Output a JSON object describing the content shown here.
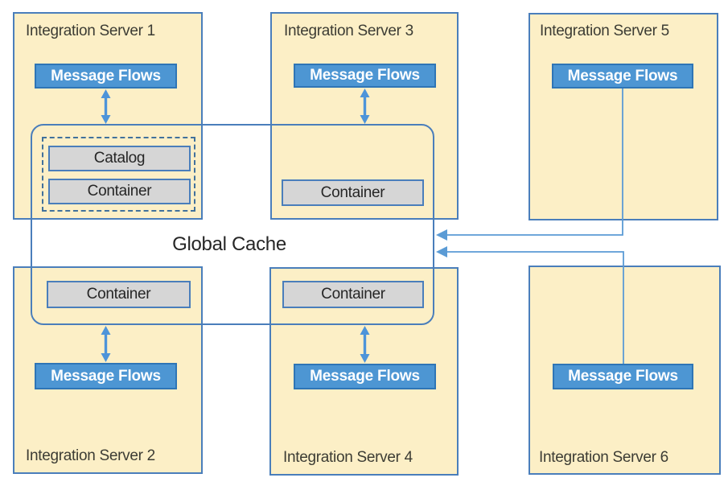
{
  "global_cache": {
    "label": "Global Cache"
  },
  "servers": [
    {
      "name": "Integration Server 1",
      "flows_label": "Message Flows",
      "catalog_label": "Catalog",
      "container_label": "Container"
    },
    {
      "name": "Integration Server 2",
      "flows_label": "Message Flows",
      "container_label": "Container"
    },
    {
      "name": "Integration Server 3",
      "flows_label": "Message Flows",
      "container_label": "Container"
    },
    {
      "name": "Integration Server 4",
      "flows_label": "Message Flows",
      "container_label": "Container"
    },
    {
      "name": "Integration Server 5",
      "flows_label": "Message Flows"
    },
    {
      "name": "Integration Server 6",
      "flows_label": "Message Flows"
    }
  ],
  "connections": [
    {
      "from": "Integration Server 1 Message Flows",
      "to": "Global Cache",
      "type": "bidirectional"
    },
    {
      "from": "Integration Server 2 Message Flows",
      "to": "Global Cache",
      "type": "bidirectional"
    },
    {
      "from": "Integration Server 3 Message Flows",
      "to": "Global Cache",
      "type": "bidirectional"
    },
    {
      "from": "Integration Server 4 Message Flows",
      "to": "Global Cache",
      "type": "bidirectional"
    },
    {
      "from": "Integration Server 5 Message Flows",
      "to": "Global Cache",
      "type": "one-way-into-cache"
    },
    {
      "from": "Integration Server 6 Message Flows",
      "to": "Global Cache",
      "type": "one-way-into-cache"
    }
  ],
  "colors": {
    "server_fill": "#FCEFC6",
    "server_border": "#4A7EBB",
    "flows_fill": "#4D96D3",
    "flows_border": "#2E75B6",
    "flows_text": "#FFFFFF",
    "box_fill": "#D6D6D6",
    "box_border": "#4A7EBB",
    "dashed_border": "#41719C",
    "cache_border": "#4A7EBB",
    "connector": "#5B9BD5",
    "arrow": "#4D94D9",
    "server_label": "#3C3C34",
    "box_label": "#262626",
    "cache_label": "#262626"
  }
}
